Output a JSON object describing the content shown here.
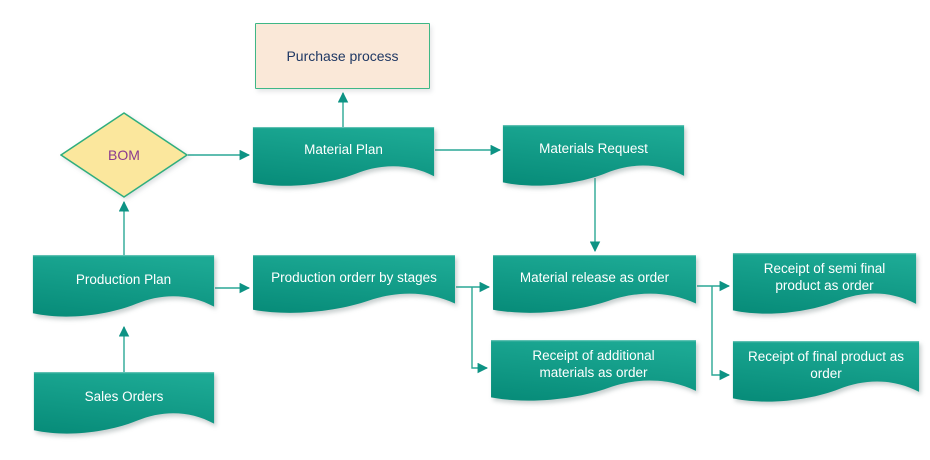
{
  "diagram": {
    "type": "flowchart",
    "background": "#ffffff",
    "colors": {
      "document_fill_top": "#1ca994",
      "document_fill_bottom": "#08систем8d7a",
      "document_text": "#ffffff",
      "process_fill": "#fae8d8",
      "process_border": "#3eb786",
      "process_text": "#1f3864",
      "decision_fill": "#fbe79d",
      "decision_border": "#2fae7e",
      "decision_text": "#8b3a8f",
      "connector": "#2aa795",
      "arrowhead": "#0d9384"
    },
    "nodes": [
      {
        "id": "purchase-process",
        "type": "process",
        "label": "Purchase process"
      },
      {
        "id": "bom",
        "type": "decision",
        "label": "BOM"
      },
      {
        "id": "material-plan",
        "type": "document",
        "label": "Material Plan"
      },
      {
        "id": "materials-request",
        "type": "document",
        "label": "Materials Request"
      },
      {
        "id": "production-plan",
        "type": "document",
        "label": "Production Plan"
      },
      {
        "id": "production-order-by-stages",
        "type": "document",
        "label": "Production orderr by stages"
      },
      {
        "id": "material-release-as-order",
        "type": "document",
        "label": "Material release as order"
      },
      {
        "id": "receipt-semi-final-product",
        "type": "document",
        "label": "Receipt of semi final product as order"
      },
      {
        "id": "receipt-additional-materials",
        "type": "document",
        "label": "Receipt of additional materials as order"
      },
      {
        "id": "receipt-final-product",
        "type": "document",
        "label": "Receipt of final product as order"
      },
      {
        "id": "sales-orders",
        "type": "document",
        "label": "Sales Orders"
      }
    ],
    "edges": [
      {
        "from": "sales-orders",
        "to": "production-plan"
      },
      {
        "from": "production-plan",
        "to": "bom"
      },
      {
        "from": "bom",
        "to": "material-plan"
      },
      {
        "from": "material-plan",
        "to": "purchase-process"
      },
      {
        "from": "material-plan",
        "to": "materials-request"
      },
      {
        "from": "materials-request",
        "to": "material-release-as-order"
      },
      {
        "from": "production-plan",
        "to": "production-order-by-stages"
      },
      {
        "from": "production-order-by-stages",
        "to": "material-release-as-order"
      },
      {
        "from": "production-order-by-stages",
        "to": "receipt-additional-materials"
      },
      {
        "from": "material-release-as-order",
        "to": "receipt-semi-final-product"
      },
      {
        "from": "material-release-as-order",
        "to": "receipt-final-product"
      }
    ]
  }
}
